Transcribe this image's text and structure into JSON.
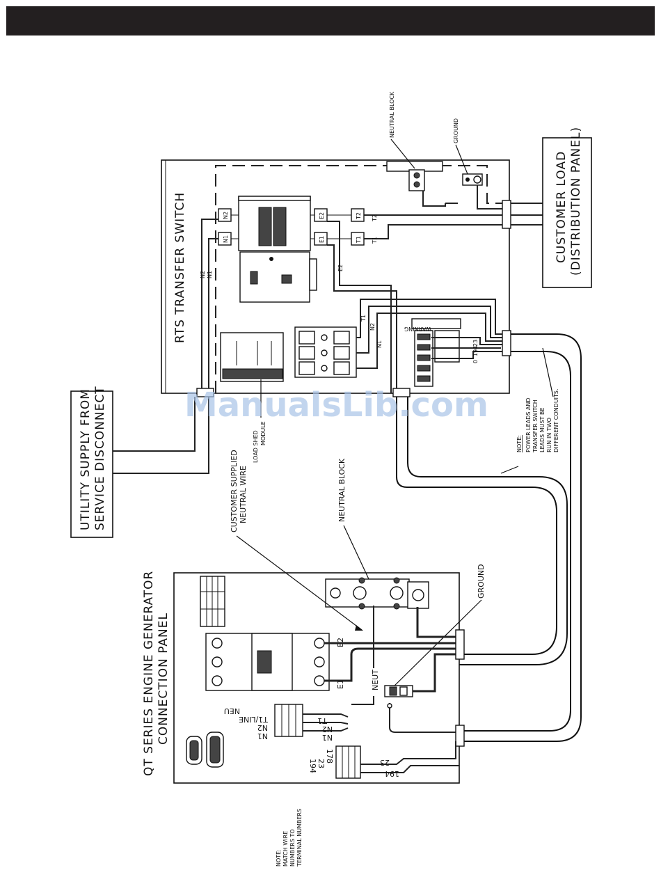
{
  "labels": {
    "rts_title": "RTS TRANSFER SWITCH",
    "customer_load_1": "CUSTOMER LOAD",
    "customer_load_2": "(DISTRIBUTION PANEL)",
    "utility_1": "UTILITY SUPPLY FROM",
    "utility_2": "SERVICE DISCONNECT",
    "neutral_block_top": "NEUTRAL BLOCK",
    "ground_top": "GROUND",
    "load_shed_1": "LOAD SHED",
    "load_shed_2": "MODULE",
    "customer_neutral_1": "CUSTOMER SUPPLIED",
    "customer_neutral_2": "NEUTRAL WIRE",
    "neutral_block_bottom": "NEUTRAL BLOCK",
    "ground_bottom": "GROUND",
    "qt_1": "QT SERIES ENGINE GENERATOR",
    "qt_2": "CONNECTION PANEL",
    "note_power_head": "NOTE:",
    "note_power_lines": [
      "POWER LEADS AND",
      "TRANSFER SWITCH",
      "LEADS MUST BE",
      "RUN IN TWO",
      "DIFFERENT CONDUITS."
    ],
    "note_wire_lines": [
      "NOTE:",
      "MATCH WIRE",
      "NUMBERS TO",
      "TERMINAL NUMBERS"
    ],
    "neut": "NEUT",
    "warning": "WARNING",
    "watermark": "ManualsLib.com"
  },
  "terminals": {
    "rts_top": [
      "N2",
      "N1",
      "E2",
      "E1",
      "T2",
      "T1"
    ],
    "rts_wires": [
      "T2",
      "T1",
      "N2",
      "N1",
      "E2",
      "T1",
      "N2",
      "N1",
      "23",
      "194",
      "0"
    ],
    "gen_panel": [
      "E2",
      "E1",
      "NEU",
      "T1/LINE",
      "N2",
      "N1",
      "T1",
      "N2",
      "N1",
      "178",
      "23",
      "194",
      "23",
      "194"
    ]
  },
  "icons": [
    "terminal-screw-icon",
    "breaker-icon",
    "connector-icon",
    "ground-lug-icon"
  ]
}
